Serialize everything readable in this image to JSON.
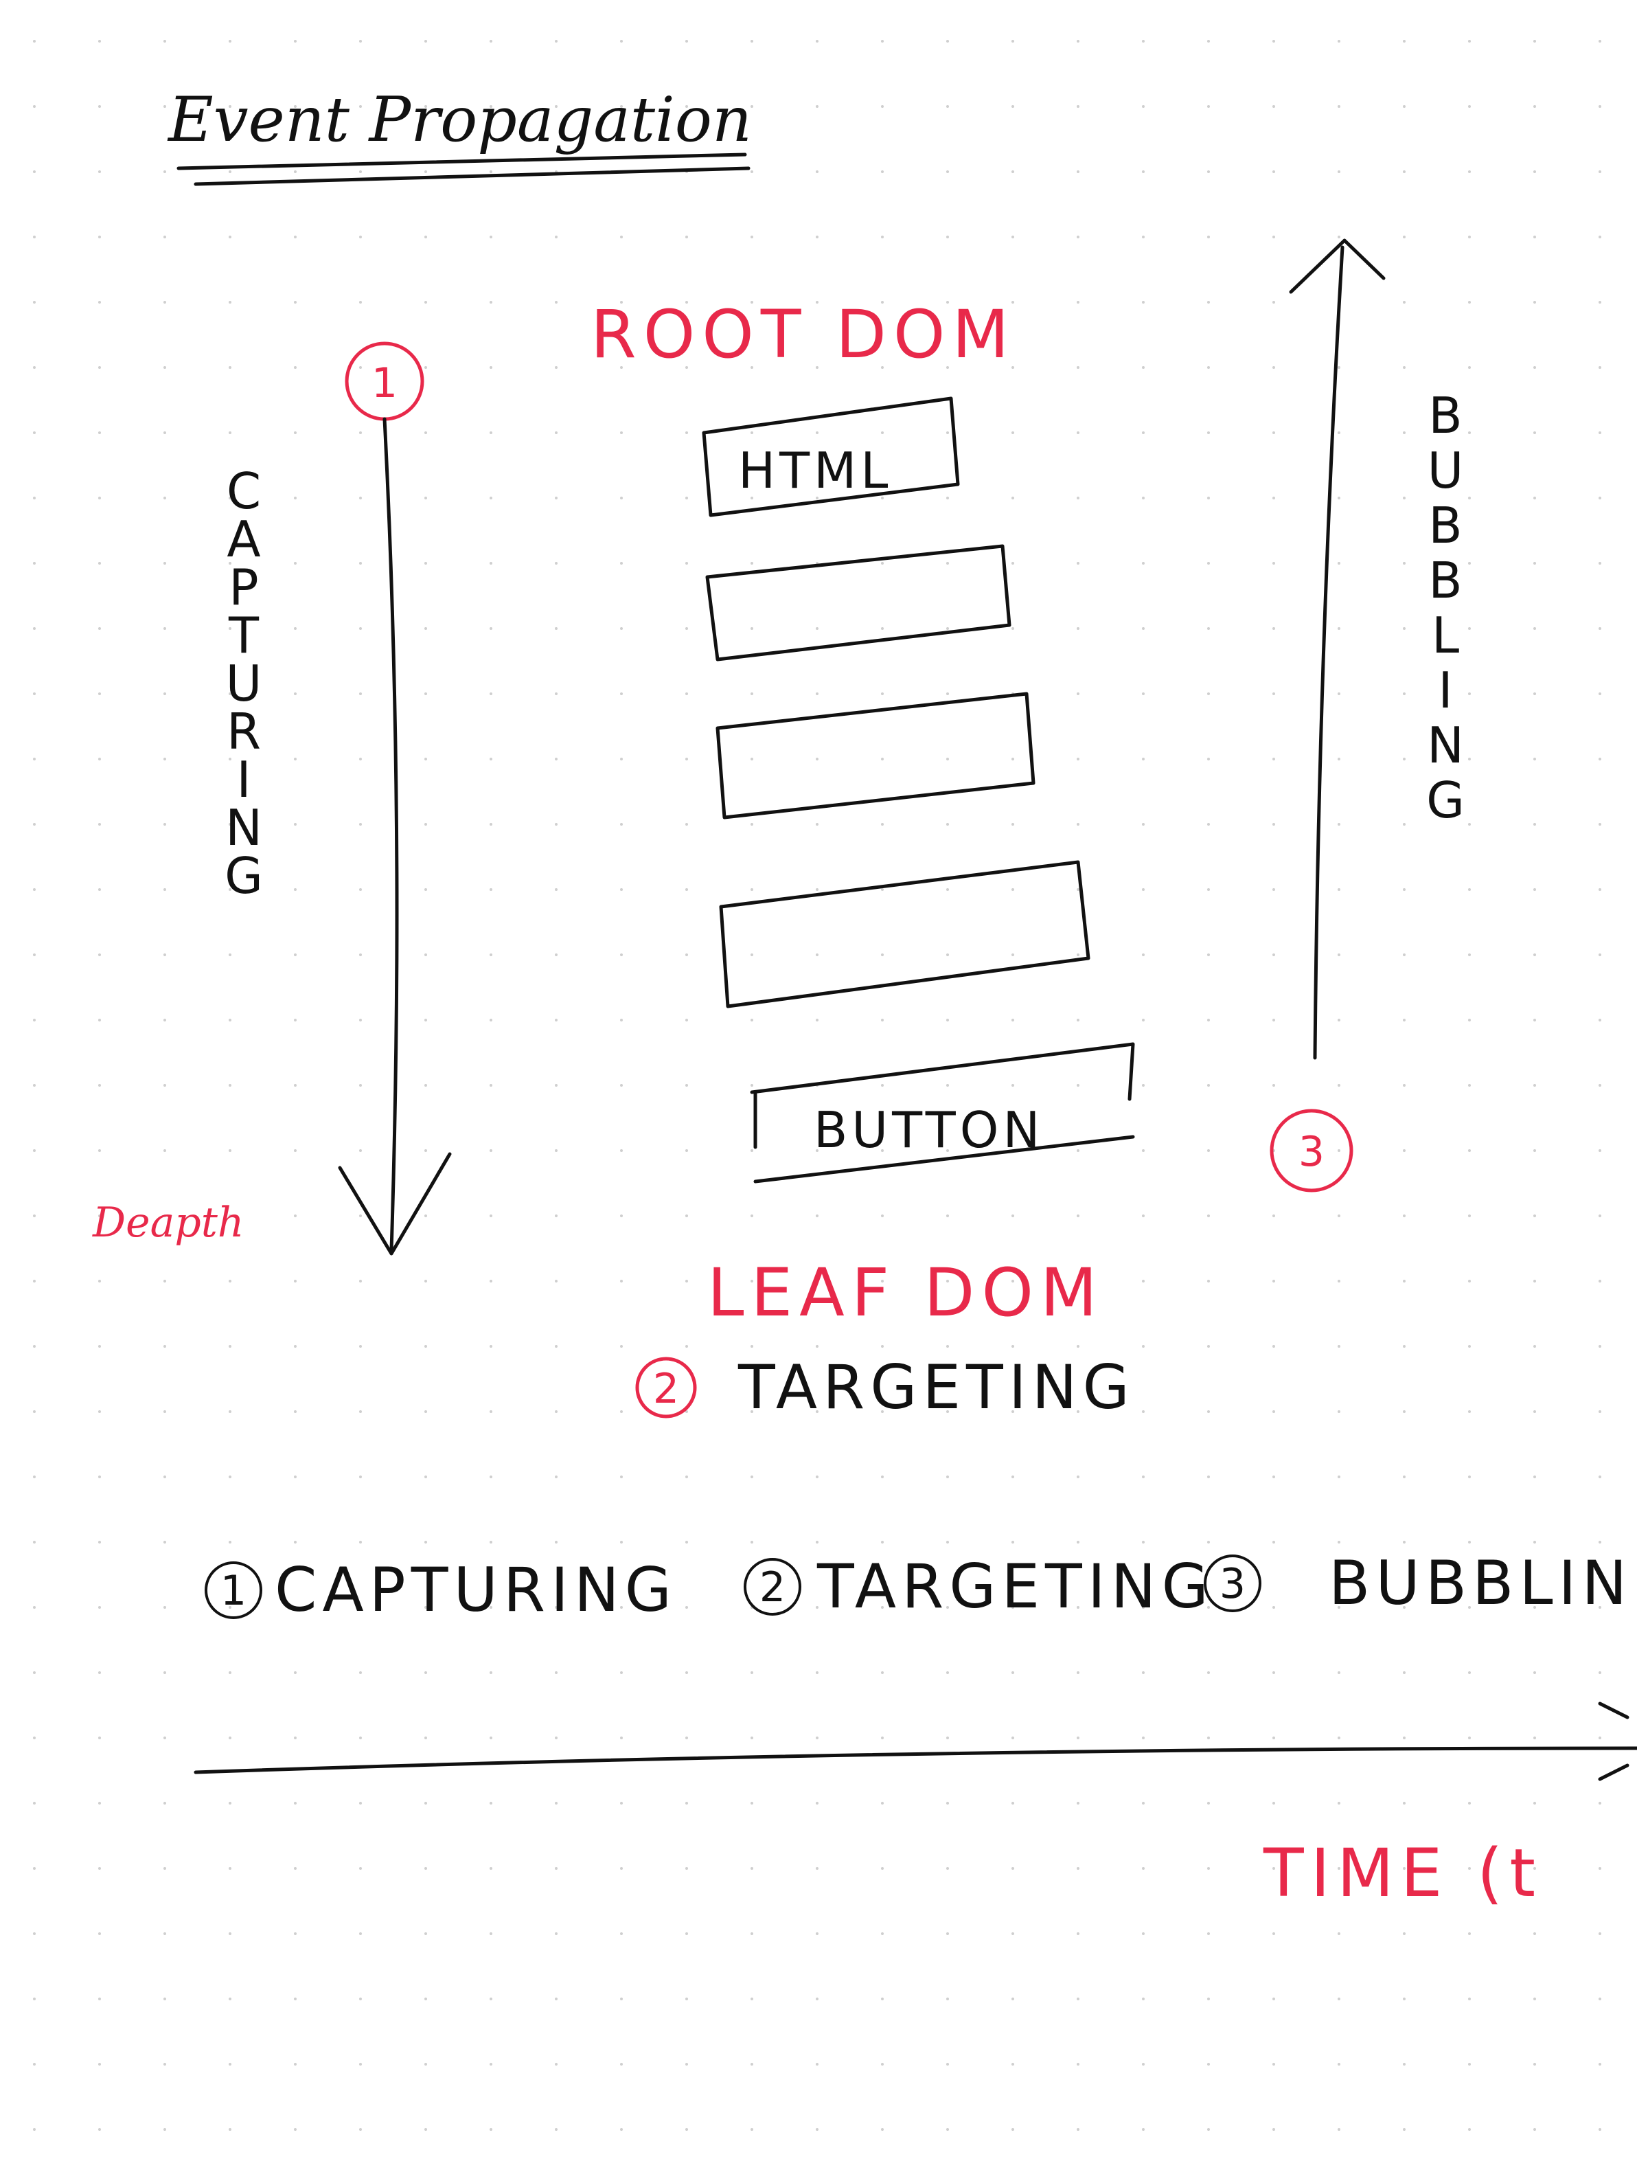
{
  "title": "Event Propagation",
  "diagram": {
    "root_label": "ROOT DOM",
    "leaf_label": "LEAF DOM",
    "boxes": [
      {
        "label": "HTML"
      },
      {
        "label": ""
      },
      {
        "label": ""
      },
      {
        "label": ""
      },
      {
        "label": "BUTTON"
      }
    ],
    "capturing": {
      "number": "1",
      "letters": [
        "C",
        "A",
        "P",
        "T",
        "U",
        "R",
        "I",
        "N",
        "G"
      ],
      "end_label": "Deapth"
    },
    "bubbling": {
      "number": "3",
      "letters": [
        "B",
        "U",
        "B",
        "B",
        "L",
        "I",
        "N",
        "G"
      ]
    },
    "targeting": {
      "number": "2",
      "label": "TARGETING"
    }
  },
  "timeline": {
    "phases": [
      {
        "number": "1",
        "label": "CAPTURING"
      },
      {
        "number": "2",
        "label": "TARGETING"
      },
      {
        "number": "3",
        "label": "BUBBLIN"
      }
    ],
    "axis_label": "TIME (t"
  },
  "colors": {
    "ink": "#111111",
    "accent": "#e8294a"
  }
}
